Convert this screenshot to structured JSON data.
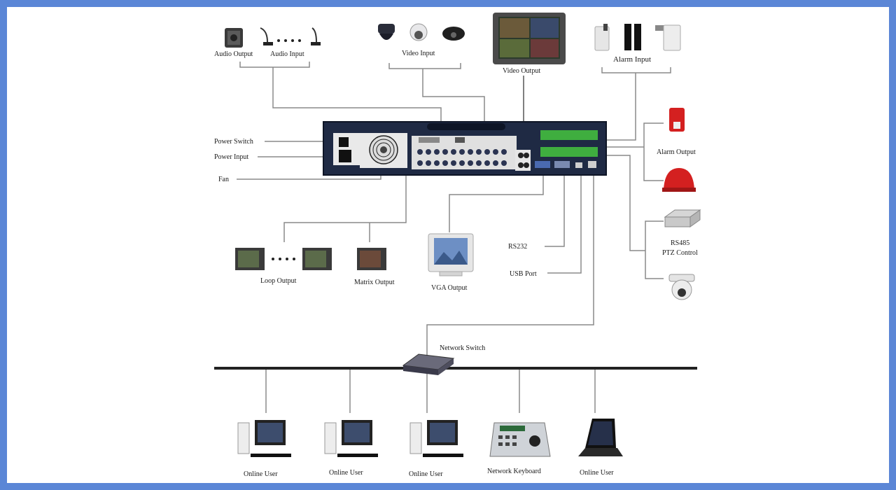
{
  "labels": {
    "audio_output": "Audio Output",
    "audio_input": "Audio Input",
    "video_input": "Video Input",
    "video_output": "Video Output",
    "alarm_input": "Alarm Input",
    "alarm_output": "Alarm Output",
    "power_switch": "Power Switch",
    "power_input": "Power Input",
    "fan": "Fan",
    "loop_output": "Loop Output",
    "matrix_output": "Matrix Output",
    "vga_output": "VGA Output",
    "rs232": "RS232",
    "usb_port": "USB Port",
    "rs485": "RS485",
    "ptz_control": "PTZ Control",
    "network_switch": "Network Switch",
    "online_user_1": "Online User",
    "online_user_2": "Online User",
    "online_user_3": "Online User",
    "network_keyboard": "Network Keyboard",
    "online_user_4": "Online User"
  },
  "colors": {
    "border": "#5b86d6",
    "background": "#ffffff",
    "dvr_body": "#1f2a44",
    "terminal_green": "#3fae3f",
    "alarm_red": "#d42020",
    "wire": "#8a8a8a"
  }
}
